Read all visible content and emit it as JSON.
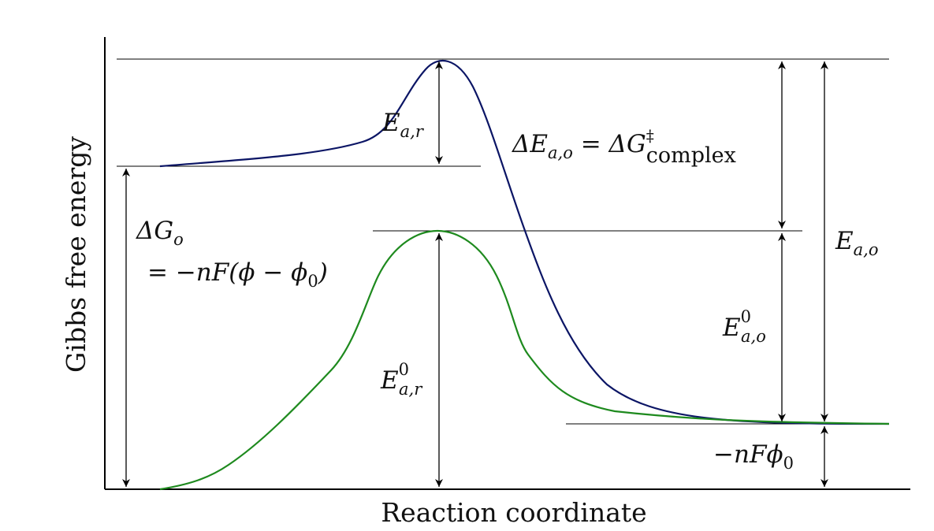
{
  "axes": {
    "y_label": "Gibbs free energy",
    "x_label": "Reaction coordinate"
  },
  "curves": {
    "upper": {
      "color": "#0b1565"
    },
    "lower": {
      "color": "#1e8a1e"
    }
  },
  "labels": {
    "ea_r": {
      "sym": "E",
      "sub": "a,r"
    },
    "delta_ea_o": {
      "pre": "ΔE",
      "sub": "a,o",
      "mid": " = ΔG",
      "sup": "‡",
      "sub2": "complex"
    },
    "ea_o": {
      "sym": "E",
      "sub": "a,o"
    },
    "delta_g_o": {
      "pre": "ΔG",
      "sub": "o"
    },
    "delta_g_o_eq": {
      "text": "= −nF(ϕ − ϕ",
      "sub": "0",
      "post": ")"
    },
    "ea0_o": {
      "sym": "E",
      "sup": "0",
      "sub": "a,o"
    },
    "ea0_r": {
      "sym": "E",
      "sup": "0",
      "sub": "a,r"
    },
    "nf_phi0": {
      "pre": "−nFϕ",
      "sub": "0"
    }
  }
}
